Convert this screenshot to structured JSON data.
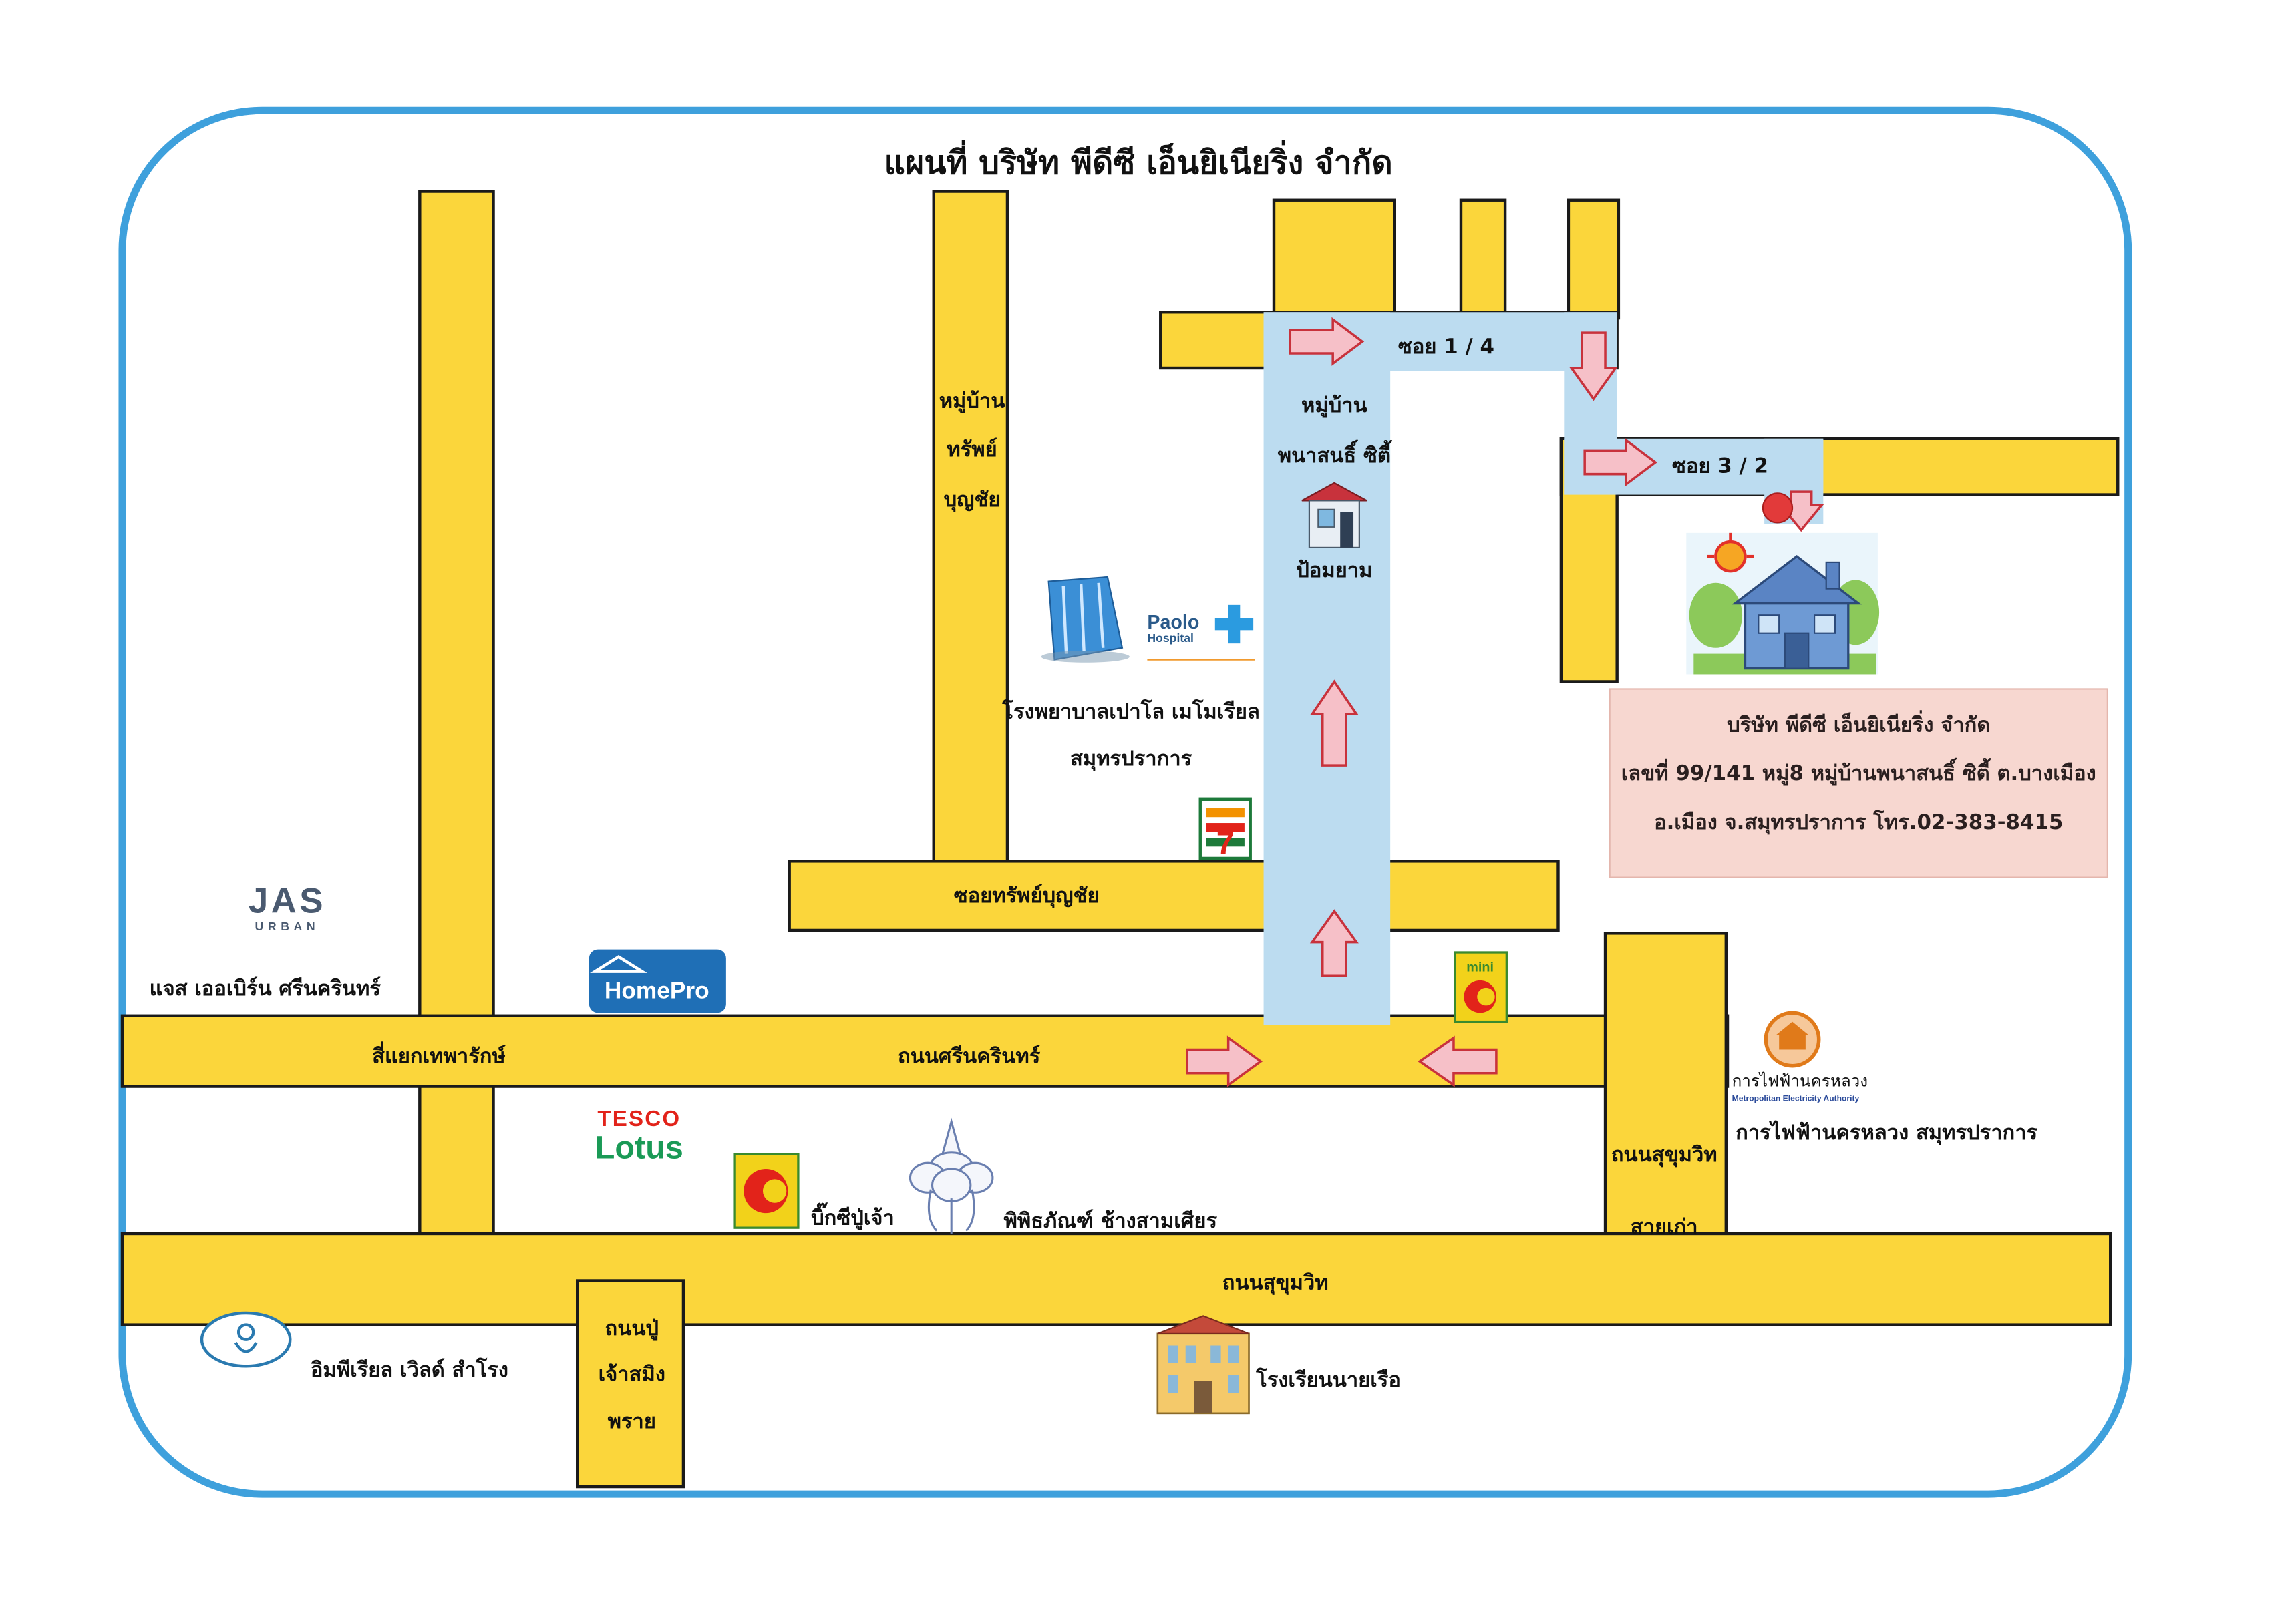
{
  "title": "แผนที่ บริษัท พีดีซี เอ็นยิเนียริ่ง จำกัด",
  "colors": {
    "frame": "#3ea0dc",
    "road": "#fbd63b",
    "route": "#bcdcf0",
    "arrow": "#f6c0c8",
    "destination_dot": "#e23a3a",
    "info_box": "#f7d7d0"
  },
  "roads": {
    "soi_1_4": "ซอย 1 / 4",
    "soi_3_2": "ซอย 3 / 2",
    "soi_sap_boonchai": "ซอยทรัพย์บุญชัย",
    "srinakarin_road": "ถนนศรีนครินทร์",
    "sukhumvit_road": "ถนนสุขุมวิท",
    "thepharak_intersection": "สี่แยกเทพารักษ์",
    "old_sukhumvit_1": "ถนนสุขุมวิท",
    "old_sukhumvit_2": "สายเก่า",
    "pu_chao_1": "ถนนปู่",
    "pu_chao_2": "เจ้าสมิง",
    "pu_chao_3": "พราย"
  },
  "places": {
    "village_sap_1": "หมู่บ้าน",
    "village_sap_2": "ทรัพย์",
    "village_sap_3": "บุญชัย",
    "village_phana_1": "หมู่บ้าน",
    "village_phana_2": "พนาสนธิ์ ซิตี้",
    "guard_post": "ป้อมยาม",
    "hospital_1": "โรงพยาบาลเปาโล เมโมเรียล",
    "hospital_2": "สมุทรปราการ",
    "jas_urban": "แจส เออเบิร์น ศรีนครินทร์",
    "big_c_pu_chao": "บิ๊กซีปู่เจ้า",
    "erawan_museum": "พิพิธภัณฑ์ ช้างสามเศียร",
    "mea": "การไฟฟ้านครหลวง สมุทรปราการ",
    "imperial_world": "อิมพีเรียล เวิลด์ สำโรง",
    "naval_school": "โรงเรียนนายเรือ"
  },
  "logos": {
    "jas_1": "JAS",
    "jas_2": "URBAN",
    "homepro": "HomePro",
    "tesco": "TESCO",
    "lotus": "Lotus",
    "paolo_1": "Paolo",
    "paolo_2": "Hospital",
    "mini_big_c": "mini",
    "mea_logo_1": "การไฟฟ้านครหลวง",
    "mea_logo_2": "Metropolitan Electricity Authority"
  },
  "company_info": {
    "name": "บริษัท พีดีซี เอ็นยิเนียริ่ง จำกัด",
    "address_1": "เลขที่ 99/141 หมู่8 หมู่บ้านพนาสนธิ์ ซิตี้ ต.บางเมือง",
    "address_2": "อ.เมือง จ.สมุทรปราการ โทร.02-383-8415"
  }
}
